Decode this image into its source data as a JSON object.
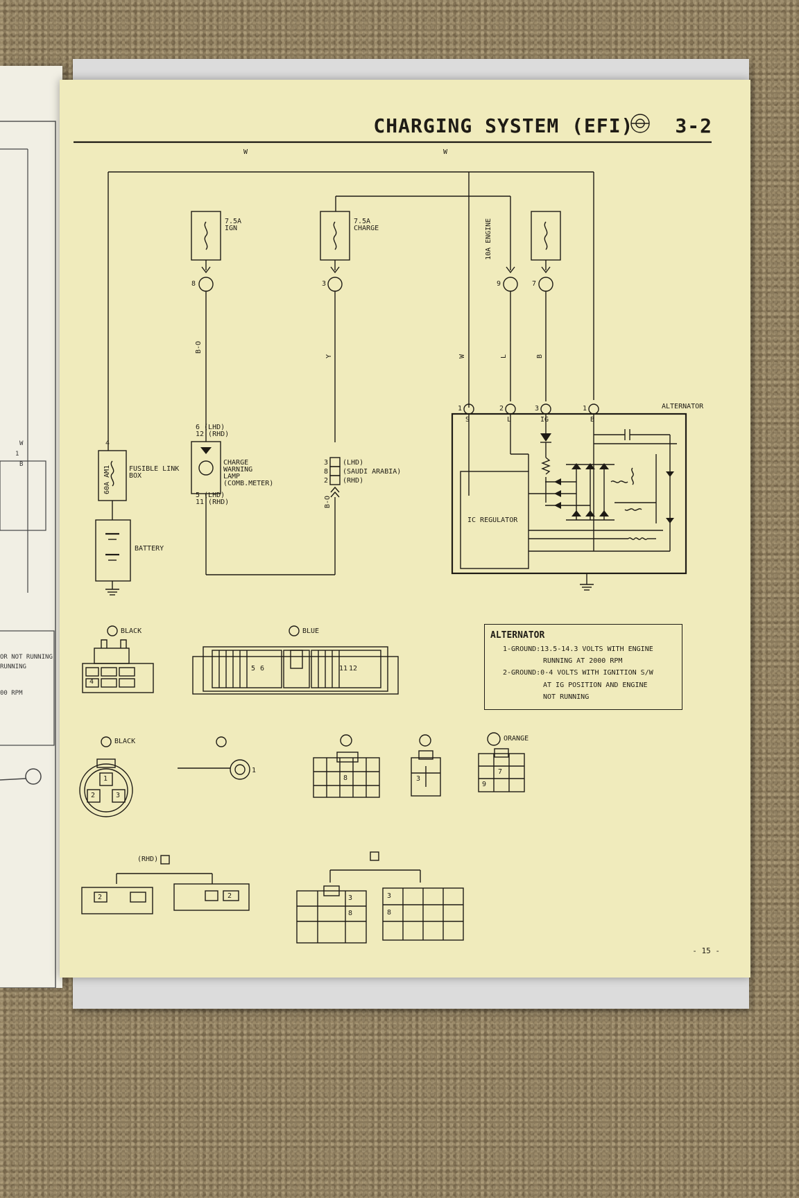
{
  "page": {
    "title": "CHARGING SYSTEM (EFI)",
    "section": "3-2",
    "page_number": "- 15 -"
  },
  "fuses": {
    "ign": "7.5A\nIGN",
    "charge": "7.5A\nCHARGE",
    "engine": "10A ENGINE",
    "fusible_link": "60A AM1",
    "fusible_link_label": "FUSIBLE LINK\nBOX"
  },
  "wires": {
    "top_left": "W",
    "top_right": "W",
    "ign_run": "B-O",
    "charge_run": "Y",
    "w_run": "W",
    "l_run": "L",
    "b_run": "B",
    "lower_run": "B-O"
  },
  "terminals": {
    "ign_1e": "8",
    "charge_2c": "3",
    "l_2d": "9",
    "b_2d": "7",
    "fusible_4": "4",
    "lamp_top": "6 (LHD)\n12 (RHD)",
    "lamp_bottom": "5 (LHD)\n11 (RHD)",
    "j_top": "3",
    "j_mid": "8",
    "g_bottom": "2",
    "j_top_label": "(LHD)",
    "j_mid_label": "(SAUDI ARABIA)",
    "g_bottom_label": "(RHD)",
    "c_s": "1",
    "c_l": "2",
    "c_ig": "3",
    "d_b": "1"
  },
  "alternator": {
    "label": "ALTERNATOR",
    "s": "S",
    "l": "L",
    "ig": "IG",
    "b": "B",
    "regulator": "IC REGULATOR"
  },
  "components": {
    "lamp": "CHARGE\nWARNING\nLAMP\n(COMB.METER)",
    "battery": "BATTERY"
  },
  "connectors": {
    "a": "BLACK",
    "b": "BLUE",
    "c": "BLACK",
    "d": "1",
    "d2_color": "ORANGE",
    "g_rhd": "(RHD)",
    "a_pins": [
      "4"
    ],
    "b_pins": [
      "5",
      "6",
      "11",
      "12"
    ],
    "c_pins": [
      "1",
      "2",
      "3"
    ],
    "e1_pins": [
      "8"
    ],
    "c2_pins": [
      "3"
    ],
    "d2_pins": [
      "7",
      "9"
    ],
    "g_pins": [
      "2",
      "2"
    ],
    "j_pins": [
      "3",
      "8",
      "3",
      "8"
    ]
  },
  "spec": {
    "heading": "ALTERNATOR",
    "line1": "1-GROUND:13.5-14.3 VOLTS WITH ENGINE",
    "line1b": "RUNNING AT 2000 RPM",
    "line2": "2-GROUND:0-4 VOLTS WITH IGNITION S/W",
    "line2b": "AT IG POSITION AND ENGINE",
    "line2c": "NOT RUNNING"
  },
  "left_page": {
    "t1": "W",
    "t2": "1",
    "t3": "B",
    "t4": "OR NOT RUNNING",
    "t5": "RUNNING",
    "t6": "00 RPM"
  }
}
